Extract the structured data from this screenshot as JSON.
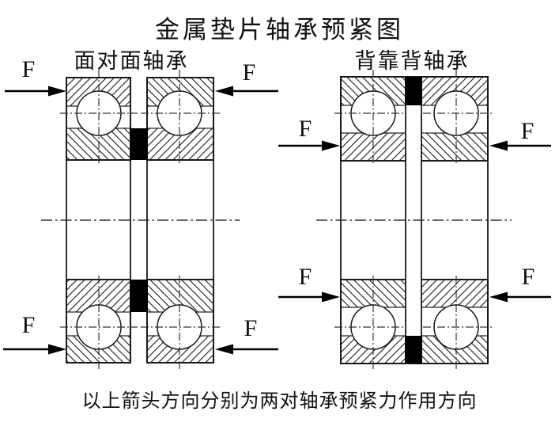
{
  "title": "金属垫片轴承预紧图",
  "caption": "以上箭头方向分别为两对轴承预紧力作用方向",
  "diagrams": [
    {
      "id": "face-to-face",
      "label": "面对面轴承"
    },
    {
      "id": "back-to-back",
      "label": "背靠背轴承"
    }
  ],
  "arrows": [
    {
      "label": "F",
      "diagram": "face-to-face",
      "position": "top-left",
      "direction": "right"
    },
    {
      "label": "F",
      "diagram": "face-to-face",
      "position": "top-right",
      "direction": "left"
    },
    {
      "label": "F",
      "diagram": "face-to-face",
      "position": "bottom-left",
      "direction": "right"
    },
    {
      "label": "F",
      "diagram": "face-to-face",
      "position": "bottom-right",
      "direction": "left"
    },
    {
      "label": "F",
      "diagram": "back-to-back",
      "position": "middle-left-upper",
      "direction": "right"
    },
    {
      "label": "F",
      "diagram": "back-to-back",
      "position": "middle-right-upper",
      "direction": "left"
    },
    {
      "label": "F",
      "diagram": "back-to-back",
      "position": "middle-left-lower",
      "direction": "right"
    },
    {
      "label": "F",
      "diagram": "back-to-back",
      "position": "middle-right-lower",
      "direction": "left"
    }
  ],
  "colors": {
    "line": "#1a1a1a",
    "centerline": "#333333",
    "shim": "#000000",
    "background": "#ffffff"
  }
}
